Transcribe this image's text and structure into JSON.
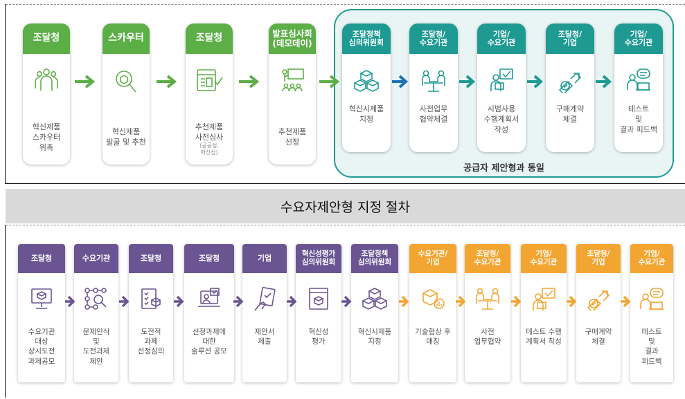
{
  "top_flow": {
    "steps": [
      {
        "header": "조달청",
        "text": "혁신제품\n스카우터\n위촉",
        "sub": "",
        "icon": "people-group-icon",
        "color": "#5cae47"
      },
      {
        "header": "스카우터",
        "text": "혁신제품\n발굴 및 추천",
        "sub": "",
        "icon": "search-product-icon",
        "color": "#5cae47"
      },
      {
        "header": "조달청",
        "text": "추천제품\n사전심사",
        "sub": "(공공성,\n혁신성)",
        "icon": "document-check-icon",
        "color": "#5cae47"
      },
      {
        "header": "발표심사회\n(데모데이)",
        "text": "추천제품\n선정",
        "sub": "",
        "icon": "presentation-icon",
        "color": "#5cae47"
      },
      {
        "header": "조달정책\n심의위원회",
        "text": "혁신시제품\n지정",
        "sub": "",
        "icon": "boxes-icon",
        "color": "#1e9a93"
      },
      {
        "header": "조달청/\n수요기관",
        "text": "사전업무\n협약체결",
        "sub": "",
        "icon": "meeting-icon",
        "color": "#1e9a93"
      },
      {
        "header": "기업/\n수요기관",
        "text": "시범사용\n수행계획서\n작성",
        "sub": "",
        "icon": "planning-icon",
        "color": "#1e9a93"
      },
      {
        "header": "조달청/\n기업",
        "text": "구매계약\n체결",
        "sub": "",
        "icon": "handshake-icon",
        "color": "#1e9a93"
      },
      {
        "header": "기업/\n수요기관",
        "text": "테스트\n및\n결과 피드백",
        "sub": "",
        "icon": "feedback-icon",
        "color": "#1e9a93"
      }
    ],
    "group_label": "공급자 제안형과 동일"
  },
  "section_title": "수요자제안형 지정 절차",
  "bottom_flow": {
    "steps": [
      {
        "header": "조달청",
        "text": "수요기관\n대상\n상시도전\n과제공모",
        "icon": "monitor-cube-icon",
        "color": "#6a5592"
      },
      {
        "header": "수요기관",
        "text": "문제인식\n및\n도전과제\n제안",
        "icon": "network-search-icon",
        "color": "#6a5592"
      },
      {
        "header": "조달청",
        "text": "도전적\n과제\n선정심의",
        "icon": "checklist-cube-icon",
        "color": "#6a5592"
      },
      {
        "header": "조달청",
        "text": "선정과제에\n대한\n솔루션 공모",
        "icon": "laptop-check-icon",
        "color": "#6a5592"
      },
      {
        "header": "기업",
        "text": "제안서\n제출",
        "icon": "hand-document-icon",
        "color": "#6a5592"
      },
      {
        "header": "혁신성평가\n심의위원회",
        "text": "혁신성\n평가",
        "icon": "document-cube-icon",
        "color": "#6a5592"
      },
      {
        "header": "조달정책\n심의위원회",
        "text": "혁신시제품\n지정",
        "icon": "boxes-icon",
        "color": "#6a5592"
      },
      {
        "header": "수요기관/\n기업",
        "text": "기술협상 후\n매칭",
        "icon": "cube-chart-icon",
        "color": "#f3a531"
      },
      {
        "header": "조달청/\n수요기관",
        "text": "사전\n업무협약",
        "icon": "meeting-icon",
        "color": "#f3a531"
      },
      {
        "header": "기업/\n수요기관",
        "text": "테스트 수행\n계획서 작성",
        "icon": "planning-icon",
        "color": "#f3a531"
      },
      {
        "header": "조달청/\n기업",
        "text": "구매계약\n체결",
        "icon": "handshake-icon",
        "color": "#f3a531"
      },
      {
        "header": "기업/\n수요기관",
        "text": "테스트\n및\n결과\n피드백",
        "icon": "feedback-icon",
        "color": "#f3a531"
      }
    ]
  }
}
